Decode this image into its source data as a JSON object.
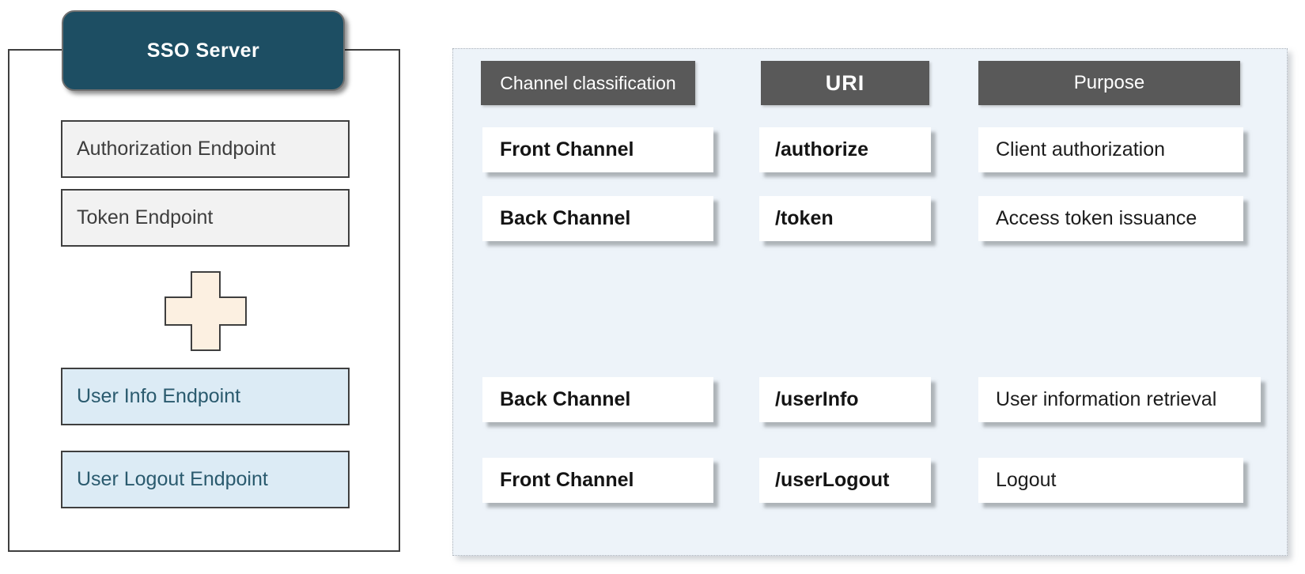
{
  "diagram": {
    "title": "SSO Server",
    "endpoints": [
      {
        "label": "Authorization Endpoint",
        "style": "gray"
      },
      {
        "label": "Token Endpoint",
        "style": "gray"
      },
      {
        "label": "User Info Endpoint",
        "style": "blue"
      },
      {
        "label": "User Logout Endpoint",
        "style": "blue"
      }
    ],
    "plus_icon": "plus-cross-icon"
  },
  "table": {
    "headers": [
      "Channel classification",
      "URI",
      "Purpose"
    ],
    "rows": [
      {
        "channel": "Front Channel",
        "uri": "/authorize",
        "purpose": "Client authorization"
      },
      {
        "channel": "Back Channel",
        "uri": "/token",
        "purpose": "Access token issuance"
      },
      {
        "channel": "Back Channel",
        "uri": "/userInfo",
        "purpose": "User information retrieval"
      },
      {
        "channel": "Front Channel",
        "uri": "/userLogout",
        "purpose": "Logout"
      }
    ]
  },
  "colors": {
    "sso_teal": "#1d4e63",
    "header_gray": "#595959",
    "panel_bg": "#edf3f9",
    "endpoint_gray_bg": "#f2f2f2",
    "endpoint_blue_bg": "#dcebf5",
    "teal_text": "#2a5a6e",
    "plus_fill": "#fcf0e1",
    "outline": "#3f3f3f"
  }
}
